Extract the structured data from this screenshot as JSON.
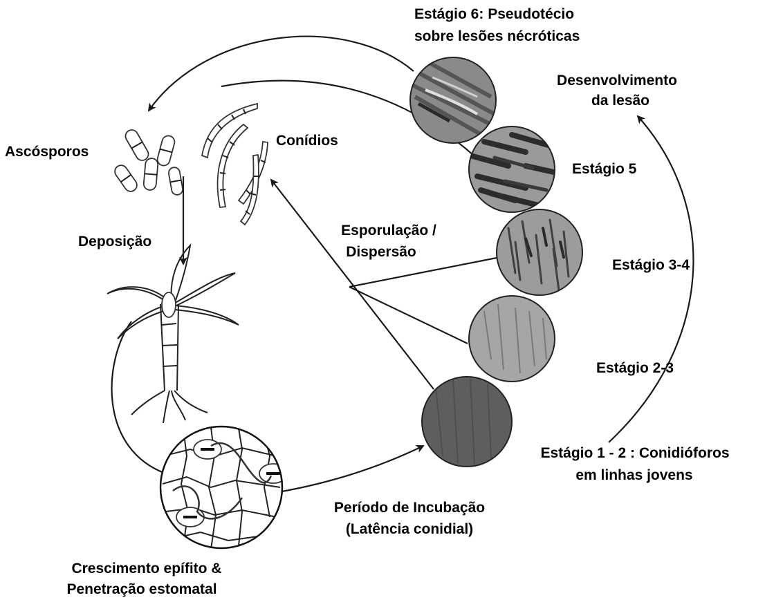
{
  "labels": {
    "stage6_line1": "Estágio 6: Pseudotécio",
    "stage6_line2": "sobre lesões nécróticas",
    "lesion_dev_line1": "Desenvolvimento",
    "lesion_dev_line2": "da lesão",
    "ascospores": "Ascósporos",
    "conidia": "Conídios",
    "stage5": "Estágio 5",
    "deposition": "Deposição",
    "sporulation_line1": "Esporulação /",
    "sporulation_line2": "Dispersão",
    "stage34": "Estágio 3-4",
    "stage23": "Estágio 2-3",
    "stage12_line1": "Estágio 1 - 2 : Conidióforos",
    "stage12_line2": "em linhas jovens",
    "incubation_line1": "Período de Incubação",
    "incubation_line2": "(Latência conidial)",
    "growth_line1": "Crescimento epífito &",
    "growth_line2": "Penetração estomatal"
  },
  "colors": {
    "text": "#000000",
    "line": "#1a1a1a",
    "stage_dark": "#3a3a3a",
    "stage_mid": "#8a8a8a",
    "stage_light": "#b5b5b5"
  },
  "icons": [
    "ascospore",
    "conidium",
    "banana-plant",
    "leaf-lesion-circle",
    "stomata-circle",
    "arrow"
  ]
}
